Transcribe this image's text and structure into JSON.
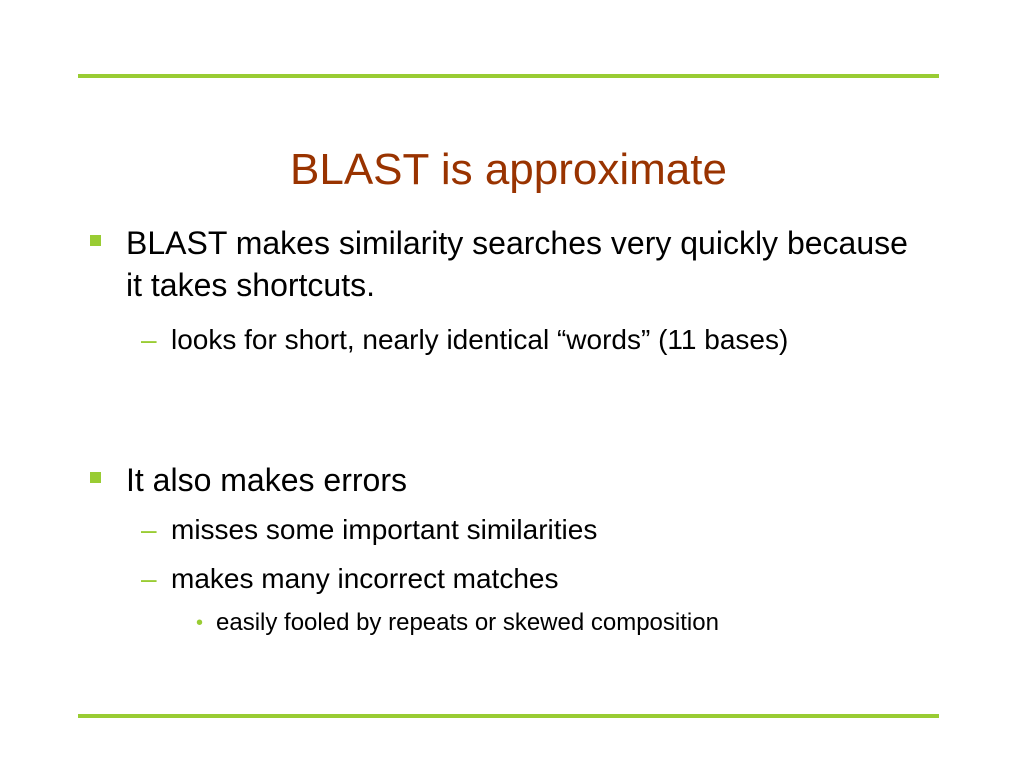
{
  "slide": {
    "title": "BLAST is approximate",
    "bullets": [
      {
        "text": "BLAST makes similarity searches very quickly because it takes shortcuts.",
        "sub": [
          {
            "text": "looks for short, nearly identical “words” (11 bases)"
          }
        ]
      },
      {
        "text": "It also makes errors",
        "sub": [
          {
            "text": "misses some important similarities"
          },
          {
            "text": "makes many incorrect matches",
            "sub": [
              {
                "text": "easily fooled by repeats or skewed composition"
              }
            ]
          }
        ]
      }
    ],
    "markers": {
      "level2": "–",
      "level3": "•"
    },
    "colors": {
      "title": "#993300",
      "accent": "#99cc33",
      "text": "#000000"
    }
  }
}
